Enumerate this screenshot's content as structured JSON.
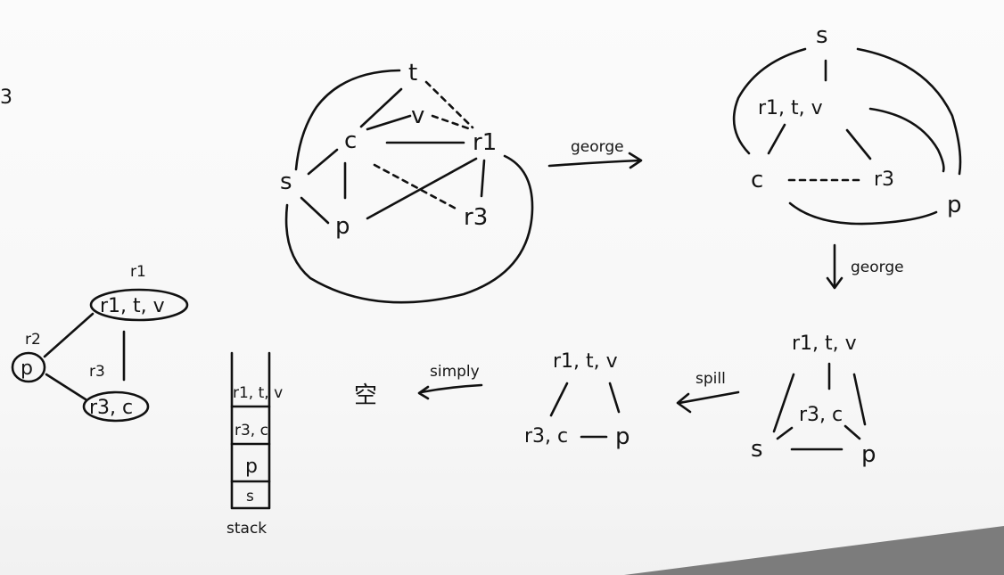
{
  "margin_note": "3",
  "graph_1": {
    "nodes": {
      "t": "t",
      "v": "v",
      "c": "c",
      "r1": "r1",
      "s": "s",
      "p": "p",
      "r3": "r3"
    }
  },
  "arrow_1_label": "george",
  "graph_2": {
    "nodes": {
      "s": "s",
      "r1tv": "r1, t, v",
      "c": "c",
      "r3": "r3",
      "p": "p"
    }
  },
  "arrow_2_label": "george",
  "graph_3": {
    "nodes": {
      "r1tv": "r1, t, v",
      "r3c": "r3, c",
      "s": "s",
      "p": "p"
    }
  },
  "arrow_3_label": "spill",
  "graph_4": {
    "nodes": {
      "r1tv": "r1, t, v",
      "r3c": "r3, c",
      "p": "p"
    }
  },
  "arrow_4_label": "simply",
  "empty_label": "空",
  "coloring_graph": {
    "nodes": {
      "r1tv": "r1, t, v",
      "p": "p",
      "r3c": "r3, c"
    },
    "colors": {
      "r1": "r1",
      "r2": "r2",
      "r3": "r3"
    }
  },
  "stack": {
    "items": [
      "r1, t, v",
      "r3, c",
      "p",
      "s"
    ],
    "label": "stack"
  }
}
